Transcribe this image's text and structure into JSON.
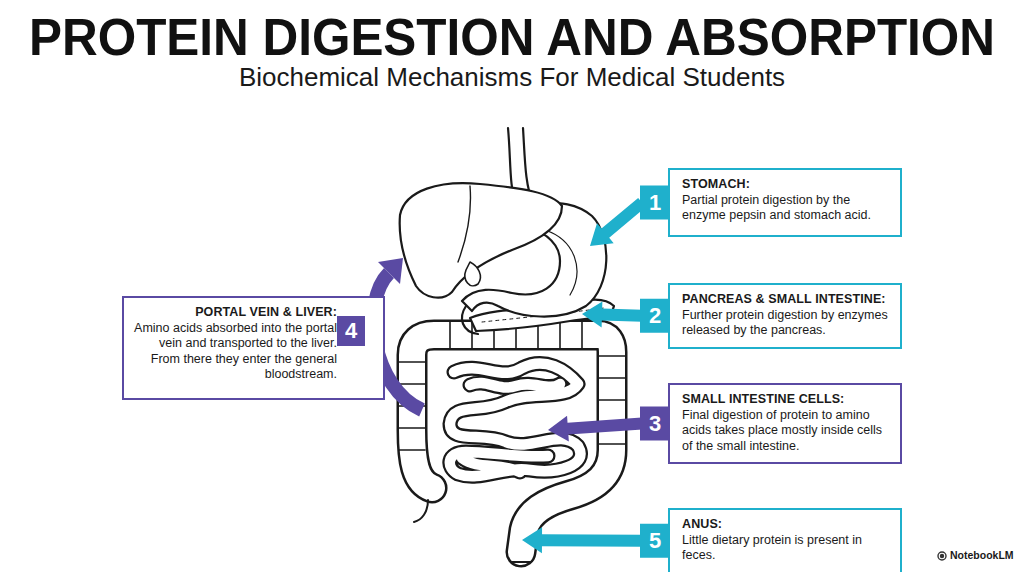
{
  "diagram": {
    "title": "PROTEIN DIGESTION AND ABSORPTION",
    "nodes": [
      {
        "text": [
          "STOMACH:",
          "Partial protein digestion by the enzyme pepsin and stomach acid."
        ]
      },
      {
        "text": [
          "PANCREAS & SMALL INTESTINE:",
          "Further protein digestion by enzymes released by the pancreas."
        ]
      },
      {
        "text": [
          "SMALL INTESTINE CELLS:",
          "Final digestion of protein to amino acids takes place mostly inside cells of the small intestine."
        ]
      },
      {
        "text": [
          "PORTAL VEIN & LIVER:",
          "Amino acids absorbed into the portal vein and transported to the liver. From there they enter the general bloodstream."
        ]
      },
      {
        "text": [
          "ANUS:",
          "Little dietary protein is present in feces."
        ]
      }
    ],
    "labels": [
      "Biochemical Mechanisms For Medical Students",
      "1",
      "2",
      "3",
      "4",
      "5",
      "NotebookLM"
    ]
  }
}
